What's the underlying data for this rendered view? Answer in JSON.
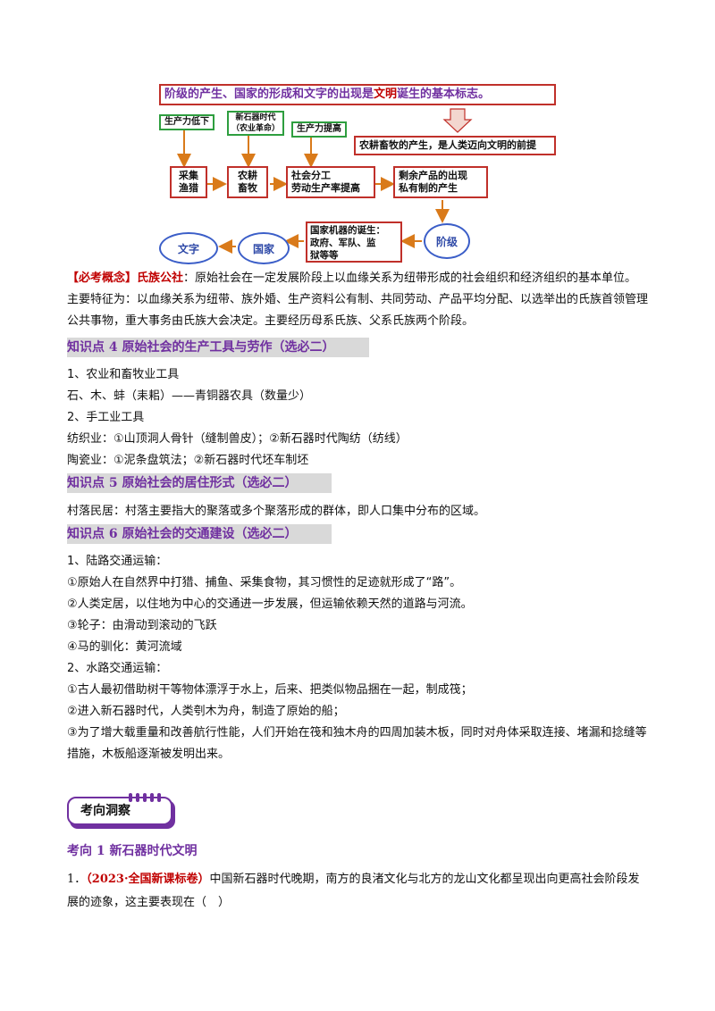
{
  "diagram": {
    "title_part1": "阶级的产生、国家的形成和文字的出现是",
    "title_part2": "文明",
    "title_part3": "诞生的基本标志。",
    "premise": "农耕畜牧的产生，是人类迈向文明的前提",
    "low_productivity": "生产力低下",
    "neolithic": "新石器时代\n（农业革命）",
    "high_productivity": "生产力提高",
    "gathering": "采集\n渔猎",
    "farming": "农耕\n畜牧",
    "division": "社会分工\n劳动生产率提高",
    "surplus": "剩余产品的出现\n私有制的产生",
    "state_machine": "国家机器的诞生：\n政府、军队、监\n狱等等",
    "writing": "文字",
    "state": "国家",
    "class": "阶级"
  },
  "concept": {
    "tag": "【必考概念】",
    "term": "氏族公社",
    "text": "：原始社会在一定发展阶段上以血缘关系为纽带形成的社会组织和经济组织的基本单位。主要特征为：以血缘关系为纽带、族外婚、生产资料公有制、共同劳动、产品平均分配、以选举出的氏族首领管理公共事物，重大事务由氏族大会决定。主要经历母系氏族、父系氏族两个阶段。"
  },
  "kp4": {
    "prefix": "知识点",
    "num": "4",
    "title": "原始社会的生产工具与劳作（选必二）",
    "lines": [
      "1、农业和畜牧业工具",
      "石、木、蚌（耒耜）——青铜器农具（数量少）",
      "2、手工业工具",
      "纺织业：①山顶洞人骨针（缝制兽皮）；②新石器时代陶纺（纺线）",
      "陶瓷业：①泥条盘筑法；②新石器时代坯车制坯"
    ]
  },
  "kp5": {
    "prefix": "知识点",
    "num": "5",
    "title": "原始社会的居住形式（选必二）",
    "lines": [
      "村落民居：村落主要指大的聚落或多个聚落形成的群体，即人口集中分布的区域。"
    ]
  },
  "kp6": {
    "prefix": "知识点",
    "num": "6",
    "title": "原始社会的交通建设（选必二）",
    "lines": [
      "1、陆路交通运输：",
      "①原始人在自然界中打猎、捕鱼、采集食物，其习惯性的足迹就形成了“路”。",
      "②人类定居，以住地为中心的交通进一步发展，但运输依赖天然的道路与河流。",
      "③轮子：由滑动到滚动的飞跃",
      "④马的驯化：黄河流域",
      "2、水路交通运输：",
      "①古人最初借助树干等物体漂浮于水上，后来、把类似物品捆在一起，制成筏；",
      "②进入新石器时代，人类刳木为舟，制造了原始的船；"
    ],
    "last_para": "③为了增大载重量和改善航行性能，人们开始在筏和独木舟的四周加装木板，同时对舟体采取连接、堵漏和捻缝等措施，木板船逐渐被发明出来。"
  },
  "section_label": "考向洞察",
  "direction": {
    "prefix": "考向",
    "num": "1",
    "title": "新石器时代文明"
  },
  "question": {
    "number": "1．",
    "source": "（2023·全国新课标卷）",
    "text": "中国新石器时代晚期，南方的良渚文化与北方的龙山文化都呈现出向更高社会阶段发展的迹象，这主要表现在（　）"
  },
  "colors": {
    "purple": "#7030a0",
    "red": "#c00000",
    "green": "#2e9e3f",
    "blue": "#3b5ec8",
    "arrow": "#d97a1a"
  }
}
